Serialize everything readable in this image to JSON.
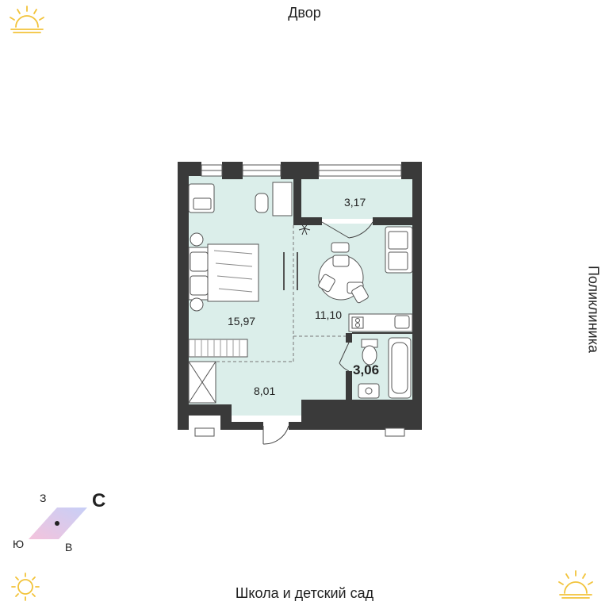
{
  "orientation": {
    "top": "Двор",
    "right": "Поликлиника",
    "bottom": "Школа и детский сад"
  },
  "rooms": [
    {
      "name": "room",
      "area": "15,97"
    },
    {
      "name": "kitchen-living",
      "area": "11,10"
    },
    {
      "name": "balcony",
      "area": "3,17"
    },
    {
      "name": "bathroom",
      "area": "3,06"
    },
    {
      "name": "hallway",
      "area": "8,01"
    }
  ],
  "compass": {
    "north": "С",
    "west": "З",
    "south": "Ю",
    "east": "В"
  },
  "colors": {
    "floor": "#dbeeea",
    "wall": "#3a3a3a",
    "sun": "#f2c33a",
    "compass_left": "#f4c3dc",
    "compass_right": "#c7cff7"
  }
}
